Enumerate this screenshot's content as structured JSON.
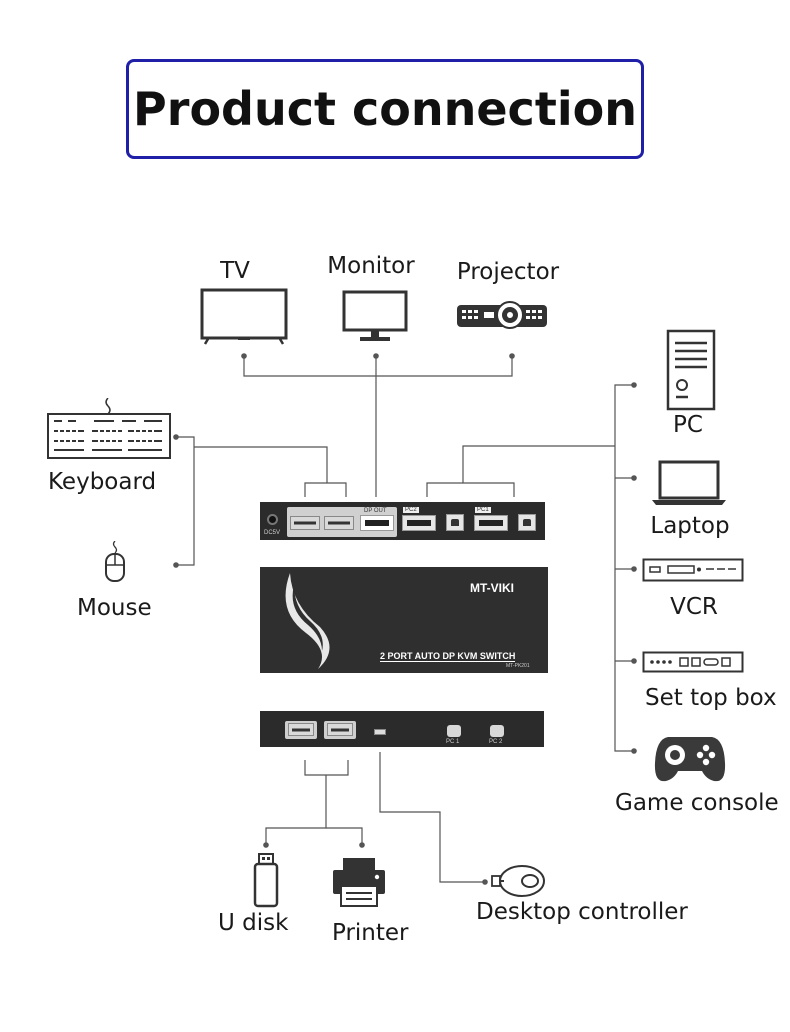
{
  "title": "Product connection",
  "labels": {
    "tv": "TV",
    "monitor": "Monitor",
    "projector": "Projector",
    "keyboard": "Keyboard",
    "mouse": "Mouse",
    "pc": "PC",
    "laptop": "Laptop",
    "vcr": "VCR",
    "set_top_box": "Set top box",
    "game_console": "Game console",
    "u_disk": "U disk",
    "printer": "Printer",
    "desktop_controller": "Desktop controller"
  },
  "switch_back": {
    "dc_label": "DC5V",
    "dp_out": "DP OUT",
    "pc2": "PC2",
    "pc1": "PC1"
  },
  "switch_top": {
    "brand": "MT-VIKI",
    "model": "2 PORT AUTO DP KVM SWITCH",
    "model_code": "MT-PK201"
  },
  "switch_front": {
    "pc1_button": "PC 1",
    "pc2_button": "PC 2"
  },
  "colors": {
    "title_border": "#1f1fa8",
    "line": "#555555",
    "device_body": "#2b2b2b"
  },
  "icons": [
    "tv-icon",
    "monitor-icon",
    "projector-icon",
    "keyboard-icon",
    "mouse-icon",
    "pc-tower-icon",
    "laptop-icon",
    "vcr-icon",
    "set-top-box-icon",
    "gamepad-icon",
    "usb-drive-icon",
    "printer-icon",
    "desktop-controller-icon"
  ]
}
